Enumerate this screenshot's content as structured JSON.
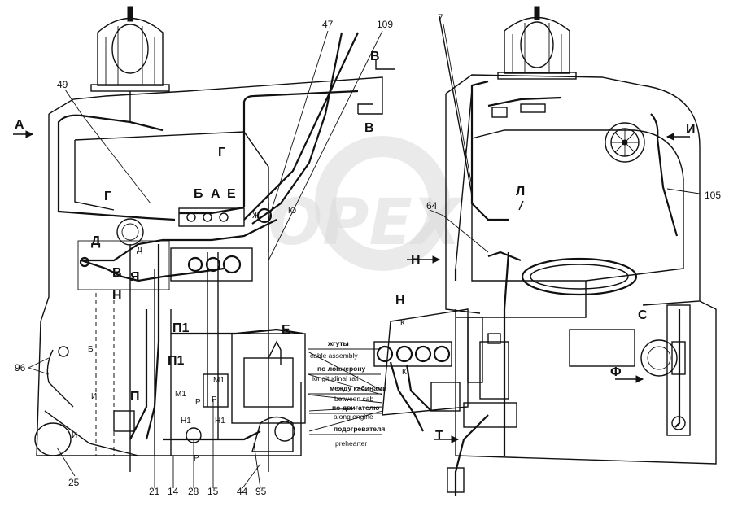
{
  "watermark": "OPEX",
  "view_labels": {
    "a": "А",
    "v_top": "В",
    "v_mid": "В",
    "i_right": "И",
    "g_upper": "Г",
    "g_left": "Г",
    "b_cyr": "Б",
    "a_small": "А",
    "e_top": "Е",
    "d": "Д",
    "d_small": "Д",
    "ya": "Я",
    "n_left": "Н",
    "v_left": "В",
    "zh": "Ж",
    "yu": "Ю",
    "l": "Л",
    "n_mid": "Н",
    "n_low": "Н",
    "s": "С",
    "f": "Ф",
    "t": "Т",
    "k": "К",
    "k_small": "К",
    "p1_a": "П1",
    "p1_b": "П1",
    "p": "П",
    "e_mid": "Е",
    "b_small": "Б",
    "i_a": "И",
    "i_b": "И",
    "m1_a": "М1",
    "m1_b": "М1",
    "r_a": "Р",
    "r_b": "Р",
    "n1_a": "Н1",
    "n1_b": "Н1",
    "r_bottom": "Р"
  },
  "callouts": {
    "c47": "47",
    "c109": "109",
    "c7": "7",
    "c49": "49",
    "c105": "105",
    "c64": "64",
    "c96": "96",
    "c25": "25",
    "c21": "21",
    "c14": "14",
    "c28": "28",
    "c15": "15",
    "c44": "44",
    "c95": "95"
  },
  "legend": {
    "harnesses_ru": "жгуты",
    "harnesses_en": "cable assembly",
    "rail_ru": "по лонжерону",
    "rail_en": "longitudinal rail",
    "cab_ru": "между кабинами",
    "cab_en": "between cab",
    "engine_ru": "по двигателю",
    "engine_en": "along engine",
    "heater_ru": "подогревателя",
    "heater_en": "prehearter"
  }
}
